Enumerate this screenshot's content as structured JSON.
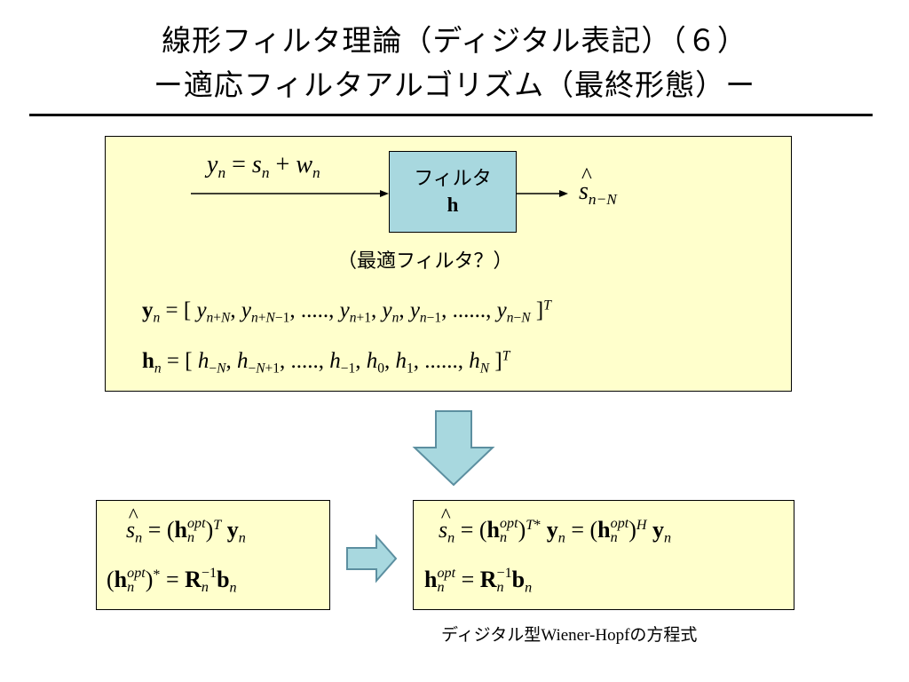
{
  "header": {
    "title_line1": "線形フィルタ理論（ディジタル表記）（６）",
    "title_line2": "ー適応フィルタアルゴリズム（最終形態）ー"
  },
  "top_panel": {
    "input_eq": {
      "y": "y",
      "s": "s",
      "w": "w",
      "n": "n",
      "eq": "=",
      "plus": "+"
    },
    "filter_label": "フィルタ",
    "filter_symbol": "h",
    "output_symbol": "s",
    "output_sub": "n−N",
    "note": "（最適フィルタ？）",
    "yn_vector": "[ y_{n+N}, y_{n+N−1}, ....., y_{n+1}, y_n, y_{n−1}, ......, y_{n−N} ]^T",
    "hn_vector": "[ h_{−N}, h_{−N+1}, ....., h_{−1}, h_0, h_1, ......, h_N ]^T"
  },
  "left_panel": {
    "eq1": "ŝ_n = (h_n^opt)^T y_n",
    "eq2": "(h_n^opt)^* = R_n^{−1} b_n"
  },
  "right_panel": {
    "eq1": "ŝ_n = (h_n^opt)^{T*} y_n = (h_n^opt)^H y_n",
    "eq2": "h_n^opt = R_n^{−1} b_n",
    "caption": "ディジタル型Wiener-Hopfの方程式"
  },
  "colors": {
    "panel_bg": "#ffffcc",
    "filter_box": "#a8d8df",
    "arrow_fill": "#a8d8df",
    "arrow_stroke": "#5c8fa0"
  }
}
